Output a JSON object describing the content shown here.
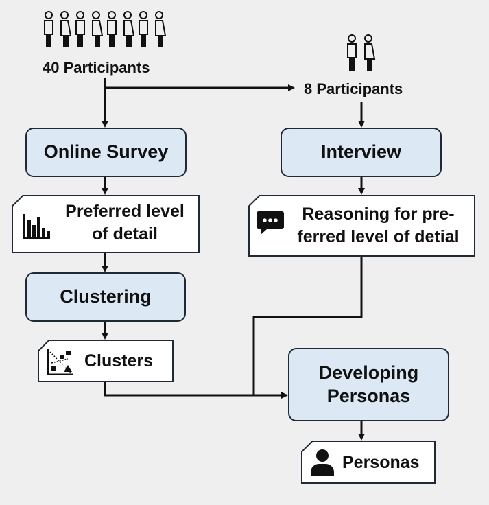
{
  "participants_survey": "40 Participants",
  "participants_interview": "8 Participants",
  "online_survey": "Online Survey",
  "interview": "Interview",
  "survey_output": {
    "line1": "Preferred level",
    "line2": "of detail"
  },
  "interview_output": {
    "line1": "Reasoning for pre-",
    "line2": "ferred level of detial"
  },
  "clustering": "Clustering",
  "clusters": "Clusters",
  "developing_personas": {
    "line1": "Developing",
    "line2": "Personas"
  },
  "personas": "Personas",
  "icons": [
    "person-group-icon",
    "bar-chart-icon",
    "speech-bubble-icon",
    "scatter-cluster-icon",
    "user-silhouette-icon"
  ],
  "colors": {
    "process_fill": "#dce9f5",
    "document_fill": "#ffffff",
    "stroke": "#1f2a36",
    "background": "#efefef"
  }
}
